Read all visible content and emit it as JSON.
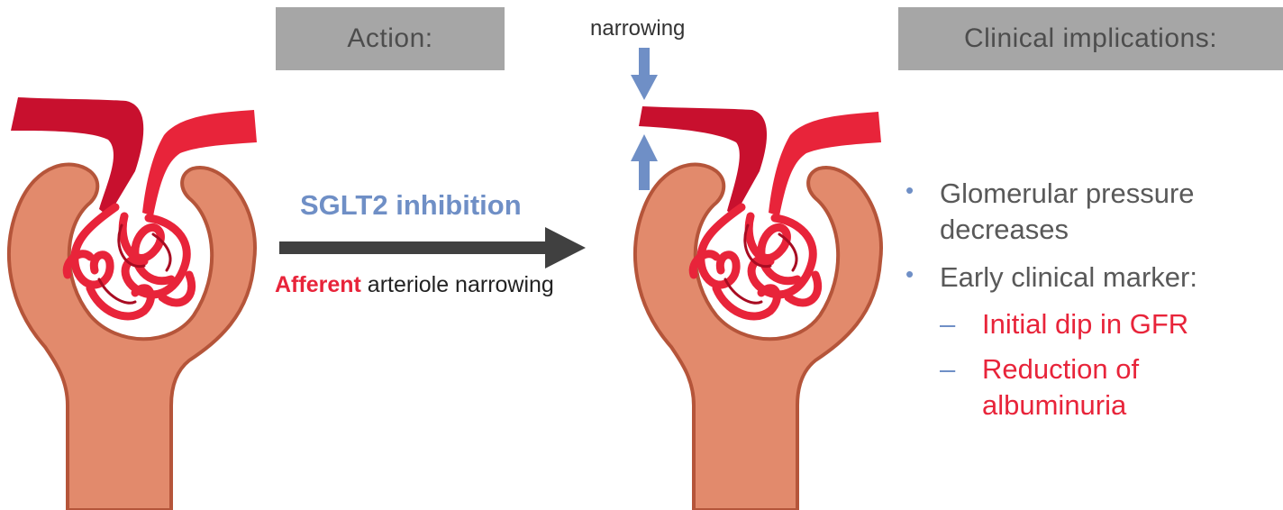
{
  "headers": {
    "action": "Action:",
    "clinical": "Clinical implications:"
  },
  "narrowing_label": "narrowing",
  "center": {
    "inhibition": "SGLT2 inhibition",
    "afferent_word": "Afferent",
    "afferent_rest": " arteriole narrowing"
  },
  "implications": [
    {
      "text": "Glomerular pressure decreases",
      "subitems": []
    },
    {
      "text": "Early clinical marker:",
      "subitems": [
        "Initial dip in GFR",
        "Reduction of albuminuria"
      ]
    }
  ],
  "bullet_symbol": "•",
  "dash_symbol": "–",
  "colors": {
    "header_bg": "#a6a6a6",
    "header_text": "#4d4d4d",
    "inhibition_blue": "#6f8fc6",
    "vessel_red": "#e8243a",
    "vessel_dark": "#c8102e",
    "capsule_fill": "#e28a6c",
    "capsule_stroke": "#b5553a",
    "arrow_dark": "#404040"
  }
}
